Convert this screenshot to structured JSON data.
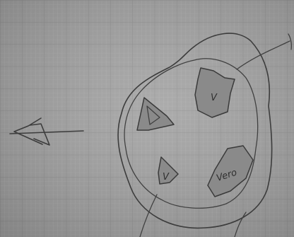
{
  "sketch": {
    "labels": {
      "top_right_lobe": "V",
      "bottom_center_lobe": "V",
      "bottom_right_lobe": "Vero"
    },
    "colors": {
      "paper": "#a2a2a2",
      "grid_fine": "#b4b4b4",
      "grid_major": "#8e8e8e",
      "pencil": "#3c3c3c",
      "shading": "#8a8a8a"
    }
  }
}
